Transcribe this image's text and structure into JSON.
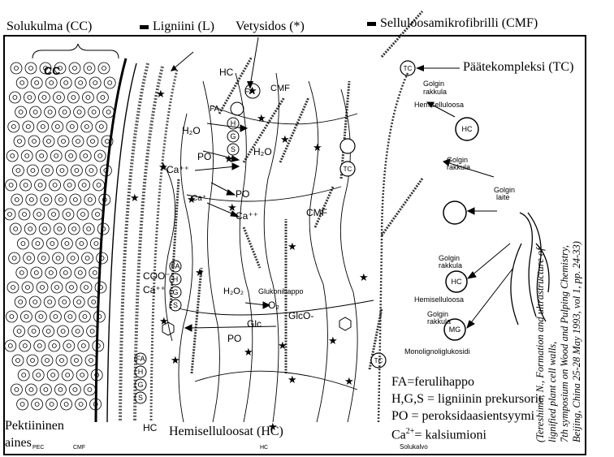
{
  "header": {
    "cell_corner": "Solukulma (CC)",
    "lignin": "Ligniini (L)",
    "hydrogen_bond": "Vetysidos (*)",
    "cellulose_microfibril": "Selluloosamikrofibrilli (CMF)",
    "terminal_complex": "Päätekompleksi (TC)"
  },
  "bottom_labels": {
    "pectin_line1": "Pektiininen",
    "pectin_line2": "aines",
    "hemicelluloses": "Hemiselluloosat  (HC)"
  },
  "legend": {
    "fa": "FA=ferulihappo",
    "hgs": "H,G,S = ligniinin prekursorit",
    "po": "PO = peroksidaasientsyymi",
    "ca_prefix": "Ca",
    "ca_sup": "2+",
    "ca_suffix": "= kalsiumioni"
  },
  "credit": {
    "line1": "(Tereshima, N., Formation and ultrastructure of",
    "line2": "lignified plant cell walls,",
    "line3": "7th symposium on Wood and Pulping Chemistry,",
    "line4": "Beijing, China 25-28 May 1993, vol 1, pp. 24-33)"
  },
  "diagram_labels": {
    "cc": "CC",
    "pec": "PEC",
    "cmf": "CMF",
    "hc": "HC",
    "solukalvo": "Solukalvo",
    "golgi_vesicle": "Golgin",
    "golgi_vesicle2": "rakkula",
    "golgi_apparatus": "Golgin",
    "golgi_apparatus2": "laite",
    "hemicellulose": "Hemiselluloosa",
    "monolignol": "Monolignoliglukosidi",
    "glucuronic": "Glukonihappo",
    "tc": "TC",
    "mg": "MG",
    "fa": "FA",
    "h": "H",
    "g": "G",
    "s": "S",
    "h2o": "H₂O",
    "po": "PO",
    "ca": "Ca⁺⁺",
    "ca_single": "Ca⁺",
    "coo": "COO⁻",
    "h2o2": "H₂O₂",
    "o2": "O₂",
    "glc": "Glc",
    "glco": "GlcO-"
  }
}
